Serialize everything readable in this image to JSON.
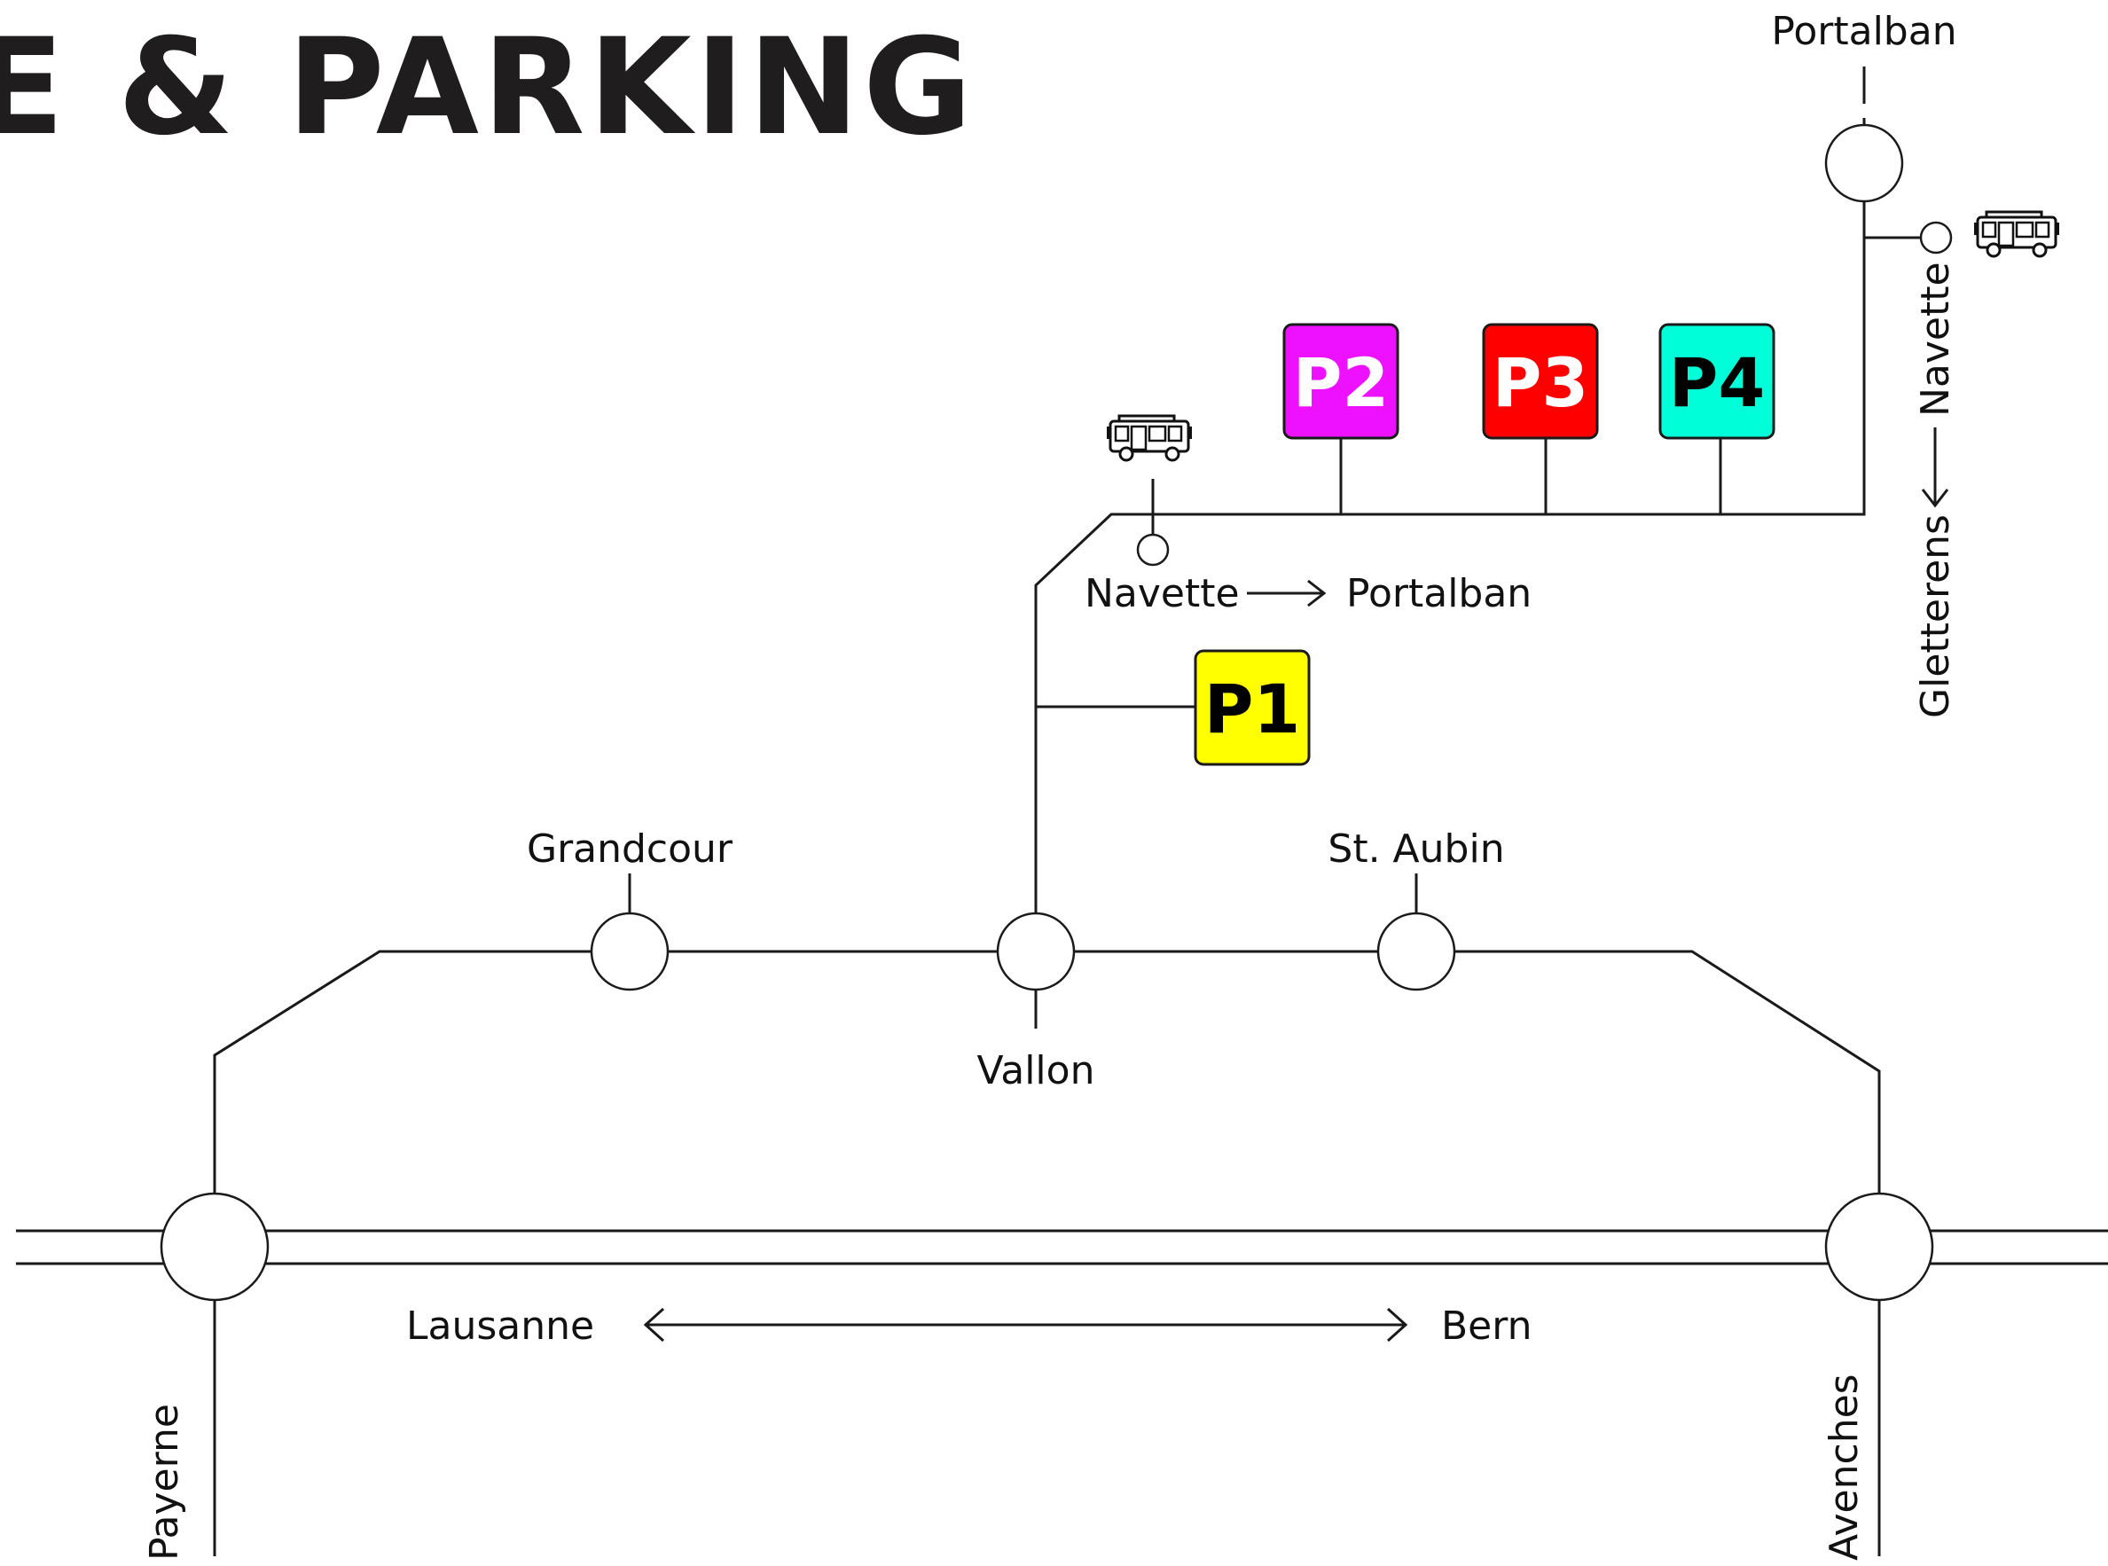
{
  "title": "E & PARKING",
  "stations": {
    "portalban": "Portalban",
    "grandcour": "Grandcour",
    "vallon": "Vallon",
    "st_aubin": "St. Aubin",
    "payerne": "Payerne",
    "avenches": "Avenches"
  },
  "shuttle": {
    "label_left": "Navette",
    "label_left_dest": "Portalban",
    "label_right": "Navette",
    "label_right_dest": "Gletterens",
    "bus_icon": "bus-icon"
  },
  "rail": {
    "west": "Lausanne",
    "east": "Bern"
  },
  "parkings": [
    {
      "label": "P1",
      "color": "#ffff00",
      "text_color": "#000000"
    },
    {
      "label": "P2",
      "color": "#ee11ff",
      "text_color": "#ffffff"
    },
    {
      "label": "P3",
      "color": "#ff0000",
      "text_color": "#ffffff"
    },
    {
      "label": "P4",
      "color": "#00ffd8",
      "text_color": "#000000"
    }
  ]
}
